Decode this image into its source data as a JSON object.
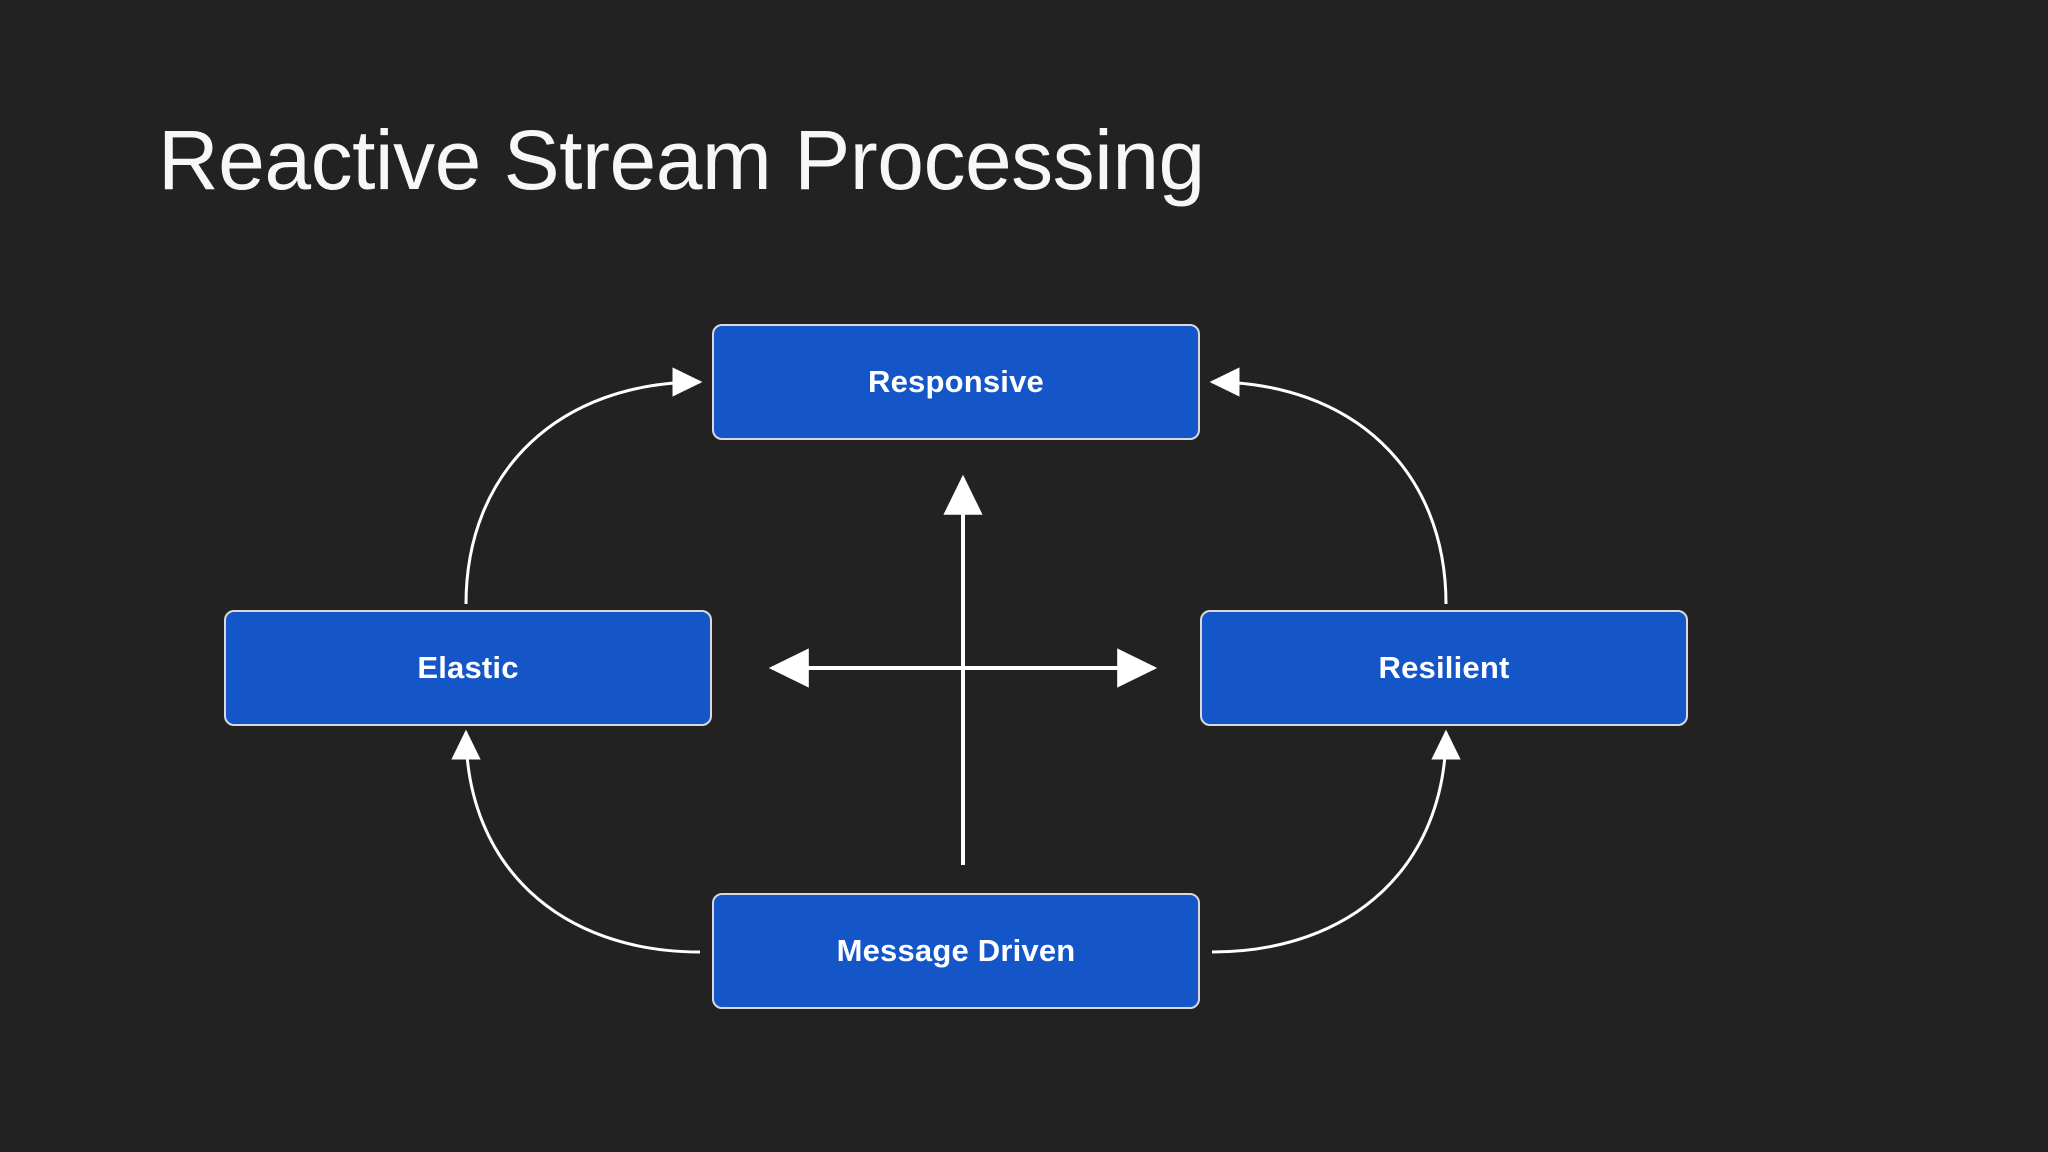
{
  "slide": {
    "title": "Reactive Stream Processing",
    "background_color": "#222222",
    "title_color": "#f7f7f7"
  },
  "theme": {
    "node_fill": "#1456c8",
    "node_border": "#d9d9dd",
    "node_text": "#ffffff",
    "connector_color": "#ffffff"
  },
  "diagram": {
    "type": "reactive-manifesto-cycle",
    "nodes": [
      {
        "id": "responsive",
        "label": "Responsive",
        "position": "top"
      },
      {
        "id": "elastic",
        "label": "Elastic",
        "position": "left"
      },
      {
        "id": "resilient",
        "label": "Resilient",
        "position": "right"
      },
      {
        "id": "message-driven",
        "label": "Message Driven",
        "position": "bottom"
      }
    ],
    "connectors": [
      {
        "id": "arc-elastic-to-responsive",
        "from": "elastic",
        "to": "responsive",
        "style": "curved-arrow",
        "arrowheads": "end"
      },
      {
        "id": "arc-resilient-to-responsive",
        "from": "resilient",
        "to": "responsive",
        "style": "curved-arrow",
        "arrowheads": "end"
      },
      {
        "id": "arc-message-to-elastic",
        "from": "message-driven",
        "to": "elastic",
        "style": "curved-arrow",
        "arrowheads": "end"
      },
      {
        "id": "arc-message-to-resilient",
        "from": "message-driven",
        "to": "resilient",
        "style": "curved-arrow",
        "arrowheads": "end"
      },
      {
        "id": "axis-vertical",
        "from": "message-driven",
        "to": "responsive",
        "style": "straight-arrow",
        "arrowheads": "end"
      },
      {
        "id": "axis-horizontal",
        "from": "elastic",
        "to": "resilient",
        "style": "straight-arrow",
        "arrowheads": "both"
      }
    ]
  }
}
